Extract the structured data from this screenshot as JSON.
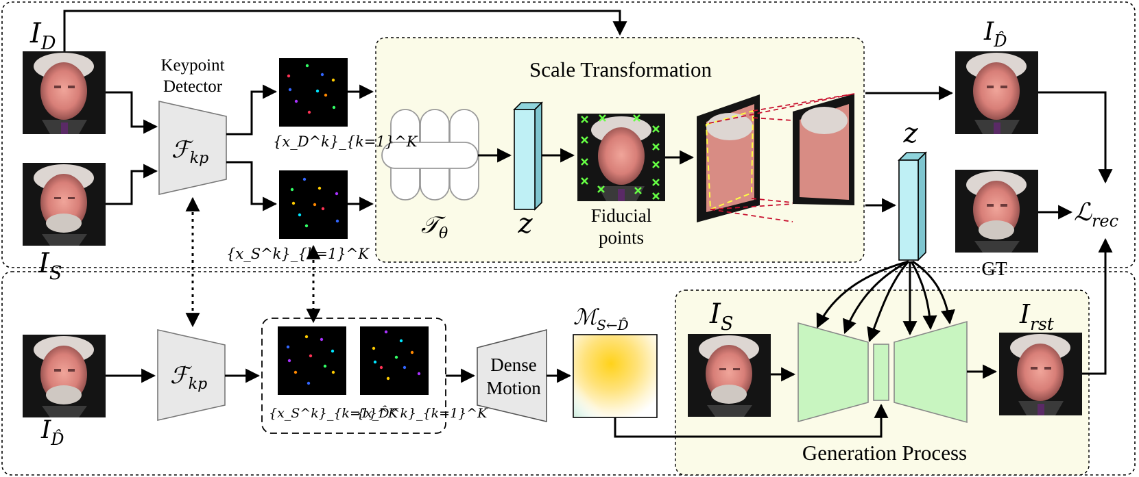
{
  "top_section": {
    "driving_label": "I",
    "driving_sub": "D",
    "source_label": "I",
    "source_sub": "S",
    "keypoint_detector_line1": "Keypoint",
    "keypoint_detector_line2": "Detector",
    "fkp_main": "ℱ",
    "fkp_sub": "kp",
    "kp_driving_label": "{x_D^k}_{k=1}^K",
    "kp_source_label": "{x_S^k}_{k=1}^K",
    "scale_panel_title": "Scale Transformation",
    "t_theta_main": "𝒯",
    "t_theta_sub": "θ",
    "z_label": "z",
    "fiducial_line1": "Fiducial",
    "fiducial_line2": "points",
    "out_label": "I",
    "out_sub": "D̂",
    "z2_label": "z",
    "gt_label": "GT",
    "loss_main": "ℒ",
    "loss_sub": "rec"
  },
  "bottom_section": {
    "input_label": "I",
    "input_sub": "D̂",
    "fkp_main": "ℱ",
    "fkp_sub": "kp",
    "kp_s_label": "{x_S^k}_{k=1}^K",
    "kp_dhat_label": "{x_D̂^k}_{k=1}^K",
    "dense_line1": "Dense",
    "dense_line2": "Motion",
    "motion_main": "ℳ",
    "motion_sub": "S←D̂",
    "gen_source_label": "I",
    "gen_source_sub": "S",
    "result_label": "I",
    "result_sub": "rst",
    "generation_title": "Generation Process"
  },
  "colors": {
    "panel_fill": "#fbfbe8",
    "detector_fill": "#e8e8e8",
    "z_fill": "#bff0f5",
    "generator_fill": "#c8f5c0",
    "red_dash": "#c8102e",
    "fiducial_marker": "#66ff44",
    "kp_colors": [
      "#ff3355",
      "#33ff66",
      "#3366ff",
      "#ffcc00",
      "#aa33ff",
      "#00e5ff",
      "#ff8800"
    ]
  }
}
